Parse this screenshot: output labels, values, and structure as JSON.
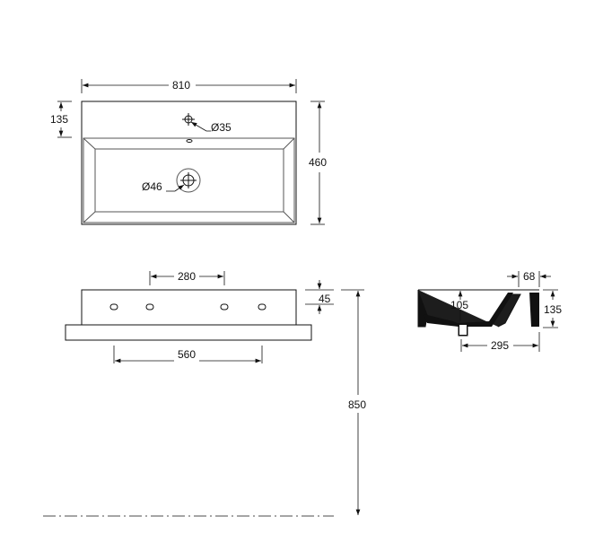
{
  "top_view": {
    "width_label": "810",
    "depth_label": "460",
    "deck_label": "135",
    "tap_hole_label": "Ø35",
    "drain_label": "Ø46"
  },
  "front_view": {
    "hole_spacing_inner_label": "280",
    "hole_spacing_outer_label": "560",
    "rim_height_label": "45",
    "mount_height_label": "850"
  },
  "side_view": {
    "wall_label": "68",
    "height_label": "135",
    "bowl_depth_label": "105",
    "drain_offset_label": "295"
  },
  "colors": {
    "line": "#111111"
  }
}
